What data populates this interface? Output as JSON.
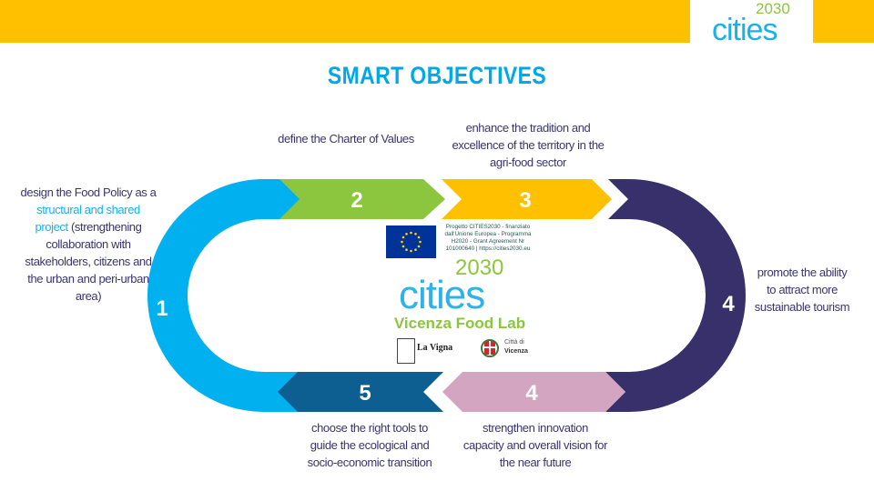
{
  "header": {
    "logo_text": "cities",
    "logo_year": "2030",
    "bar_color": "#ffc000"
  },
  "title": "SMART OBJECTIVES",
  "colors": {
    "step1": "#00b0ef",
    "step2": "#8cc63f",
    "step3": "#ffc000",
    "step4a": "#37306b",
    "step4b": "#d4a5c0",
    "step5": "#0e5f91",
    "text": "#3a3470",
    "highlight": "#1ab0ec"
  },
  "steps": [
    {
      "num": "1",
      "parts": [
        "design the Food Policy as a ",
        "structural and shared project",
        " (strengthening collaboration with stakeholders, citizens and the urban and peri-urban area)"
      ]
    },
    {
      "num": "2",
      "text": "define the Charter of Values"
    },
    {
      "num": "3",
      "text": "enhance the tradition and excellence of the territory in the agri-food sector"
    },
    {
      "num": "4",
      "text": "promote the ability to attract more sustainable tourism"
    },
    {
      "num": "4",
      "text": "strengthen innovation capacity and overall vision for the near future"
    },
    {
      "num": "5",
      "text": "choose the right tools to guide the ecological and socio-economic transition"
    }
  ],
  "center": {
    "eu_text": "Progetto CITIES2030 - finanziato dall'Unione Europea - Programma H2020 - Grant Agreement Nr 101000640 | https://cities2030.eu",
    "logo_text": "cities",
    "logo_year": "2030",
    "lab_name": "Vicenza Food Lab",
    "partner1": "La Vigna",
    "partner2_line1": "Città di",
    "partner2_line2": "Vicenza"
  }
}
